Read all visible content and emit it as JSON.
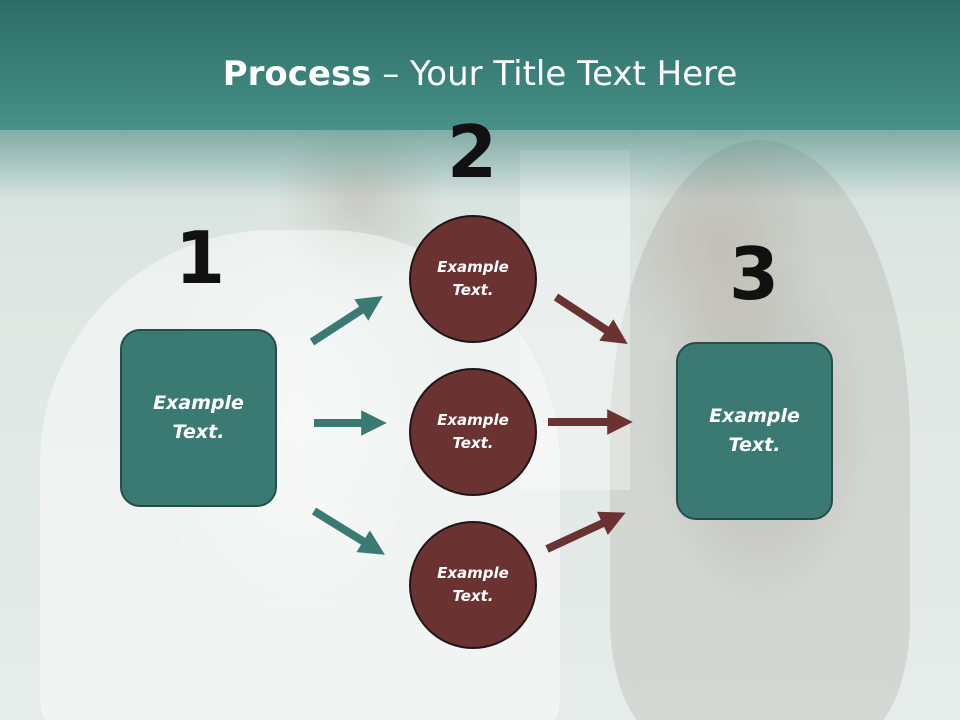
{
  "slide": {
    "title_bold": "Process",
    "title_rest": " – Your Title Text Here"
  },
  "steps": {
    "one": "1",
    "two": "2",
    "three": "3"
  },
  "boxes": {
    "left": {
      "line1": "Example",
      "line2": "Text."
    },
    "right": {
      "line1": "Example",
      "line2": "Text."
    }
  },
  "circles": [
    {
      "line1": "Example",
      "line2": "Text."
    },
    {
      "line1": "Example",
      "line2": "Text."
    },
    {
      "line1": "Example",
      "line2": "Text."
    }
  ],
  "colors": {
    "header": "#3d857d",
    "box_fill": "#3a7a72",
    "circle_fill": "#6b3232",
    "arrow_green": "#3a7a72",
    "arrow_red": "#6b3232"
  }
}
